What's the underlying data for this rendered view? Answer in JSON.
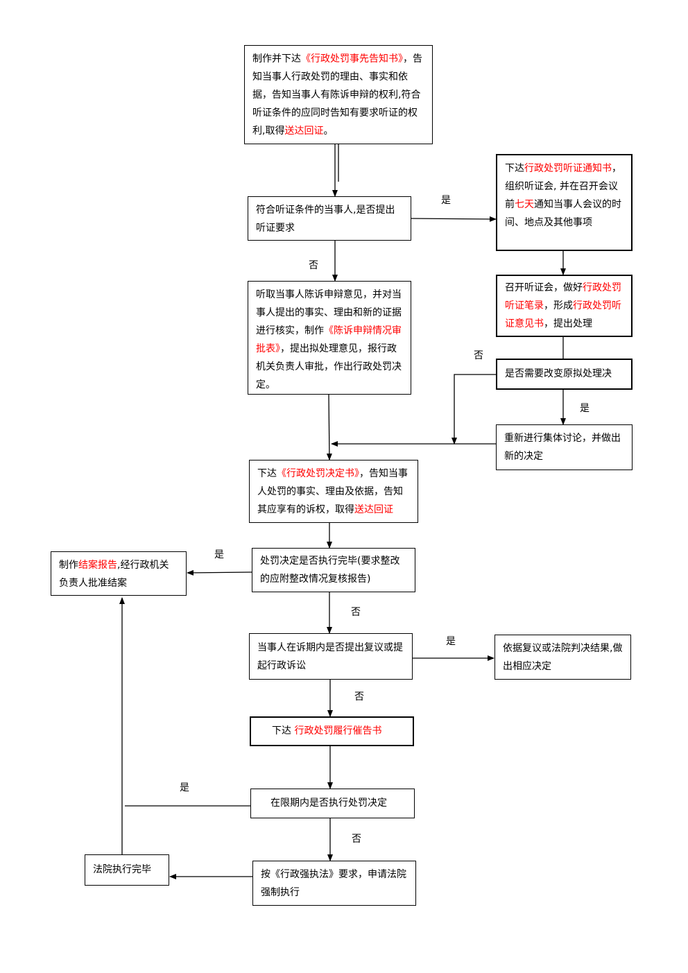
{
  "boxes": {
    "notice": {
      "p1": "制作并下达",
      "r1": "《行政处罚事先告知书》",
      "p2": "，告知当事人行政处罚的理由、事实和依据，告知当事人有陈诉申辩的权利,符合听证条件的应同时告知有要求听证的权利,取得",
      "r2": "送达回证",
      "p3": "。"
    },
    "hearing_request": {
      "p1": "符合听证条件的当事人,是否提出听证要求"
    },
    "hearing_notice": {
      "p1": "下达",
      "r1": "行政处罚听证通知书",
      "p2": "，组织听证会, 并在召开会议前",
      "r2": "七天",
      "p3": "通知当事人会议的时间、地点及其他事项"
    },
    "listen": {
      "p1": "听取当事人陈诉申辩意见，并对当事人提出的事实、理由和新的证据进行核实，制作",
      "r1": "《陈诉申辩情况审批表》",
      "p2": "，提出拟处理意见，报行政机关负责人审批，作出行政处罚决定。"
    },
    "hold_hearing": {
      "p1": "召开听证会，做好",
      "r1": "行政处罚听证笔录",
      "p2": "，形成",
      "r2": "行政处罚听证意见书",
      "p3": "，提出处理"
    },
    "change_decision": {
      "p1": "是否需要改变原拟处理决"
    },
    "rediscuss": {
      "p1": "重新进行集体讨论，并做出新的决定"
    },
    "decision": {
      "p1": "下达",
      "r1": "《行政处罚决定书》",
      "p2": "，告知当事人处罚的事实、理由及依据，告知其应享有的诉权，取得",
      "r2": "送达回证"
    },
    "close_report": {
      "p1": "制作",
      "r1": "结案报告",
      "p2": ",经行政机关负责人批准结案"
    },
    "executed": {
      "p1": "处罚决定是否执行完毕(要求整改的应附整改情况复核报告)"
    },
    "review": {
      "p1": "当事人在诉期内是否提出复议或提起行政诉讼"
    },
    "review_result": {
      "p1": "依据复议或法院判决结果,做出相应决定"
    },
    "urge": {
      "p1": "下达 ",
      "r1": "行政处罚履行催告书"
    },
    "deadline": {
      "p1": "在限期内是否执行处罚决定"
    },
    "enforce": {
      "p1": "按《行政强执法》要求，申请法院强制执行"
    },
    "court_done": {
      "p1": "法院执行完毕"
    }
  },
  "labels": {
    "yes_hearing": "是",
    "no_hearing": "否",
    "no_change": "否",
    "yes_change": "是",
    "yes_executed": "是",
    "no_executed": "否",
    "yes_review": "是",
    "no_review": "否",
    "yes_deadline": "是",
    "no_deadline": "否"
  },
  "colors": {
    "highlight": "#ff0000",
    "line": "#000000"
  }
}
